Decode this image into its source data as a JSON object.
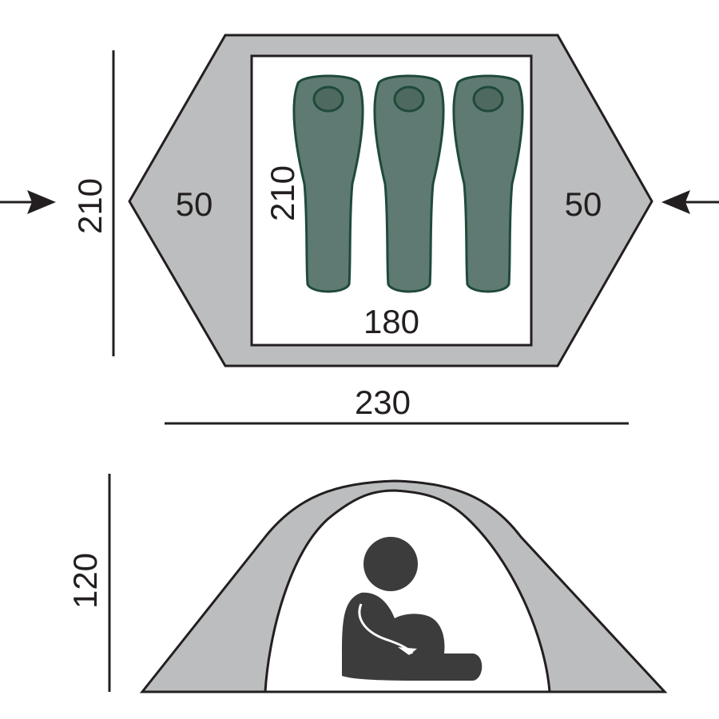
{
  "plan_view": {
    "overall_depth_label": "210",
    "overall_width_label": "230",
    "vestibule_left_label": "50",
    "vestibule_right_label": "50",
    "inner_depth_label": "210",
    "inner_width_label": "180",
    "sleeping_bags": 3
  },
  "side_view": {
    "height_label": "120"
  },
  "colors": {
    "outline": "#231f20",
    "fly": "#bcbdbe",
    "inner": "#ffffff",
    "bag_fill": "#5f7a72",
    "bag_stroke": "#1f4a3a",
    "bag_head": "#4e695f",
    "person": "#3c3c3c"
  }
}
